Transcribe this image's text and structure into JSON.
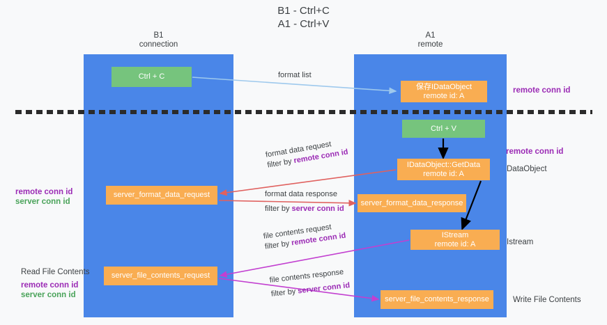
{
  "title": "B1 - Ctrl+C\nA1 - Ctrl+V",
  "columns": [
    {
      "name": "B1",
      "sub": "connection",
      "label": "B1\nconnection"
    },
    {
      "name": "A1",
      "sub": "remote",
      "label": "A1\nremote"
    }
  ],
  "nodes": {
    "ctrl_c": "Ctrl + C",
    "idataobject": "保存IDataObject\nremote id: A",
    "ctrl_v": "Ctrl + V",
    "getdata": "IDataObject::GetData\nremote id: A",
    "server_format_data_request": "server_format_data_request",
    "server_format_data_response": "server_format_data_response",
    "istream": "IStream\nremote id: A",
    "server_file_contents_request": "server_file_contents_request",
    "server_file_contents_response": "server_file_contents_response"
  },
  "right_annotations": {
    "remote_conn_id_top": "remote conn id",
    "remote_conn_id_mid": "remote conn id",
    "dataobject": "DataObject",
    "istream": "Istream",
    "write_file_contents": "Write File Contents"
  },
  "left_annotations": {
    "mid": {
      "remote": "remote conn id",
      "server": "server conn id"
    },
    "bottom": {
      "heading": "Read File Contents",
      "remote": "remote conn id",
      "server": "server conn id"
    }
  },
  "edge_labels": {
    "format_list": "format list",
    "format_data_request": "format data request",
    "format_data_request_filter_prefix": "filter by ",
    "format_data_request_filter_key": "remote conn id",
    "format_data_response": "format data response",
    "format_data_response_filter_prefix": "filter by ",
    "format_data_response_filter_key": "server conn id",
    "file_contents_request": "file contents request",
    "file_contents_request_filter_prefix": "filter by ",
    "file_contents_request_filter_key": "remote conn id",
    "file_contents_response": "file contents response",
    "file_contents_response_filter_prefix": "filter by ",
    "file_contents_response_filter_key": "server conn id"
  },
  "colors": {
    "background": "#f8f9fa",
    "lane": "#4a86e8",
    "node_green": "#76c47d",
    "node_orange": "#f9ad52",
    "divider": "#2b2b2b",
    "wire_blue": "#9ec9ed",
    "wire_red": "#e0615f",
    "wire_magenta": "#c23fd0",
    "wire_black": "#000000",
    "text_purple": "#9b2bb5",
    "text_green": "#4aa35a",
    "text_dark": "#3c4043"
  }
}
